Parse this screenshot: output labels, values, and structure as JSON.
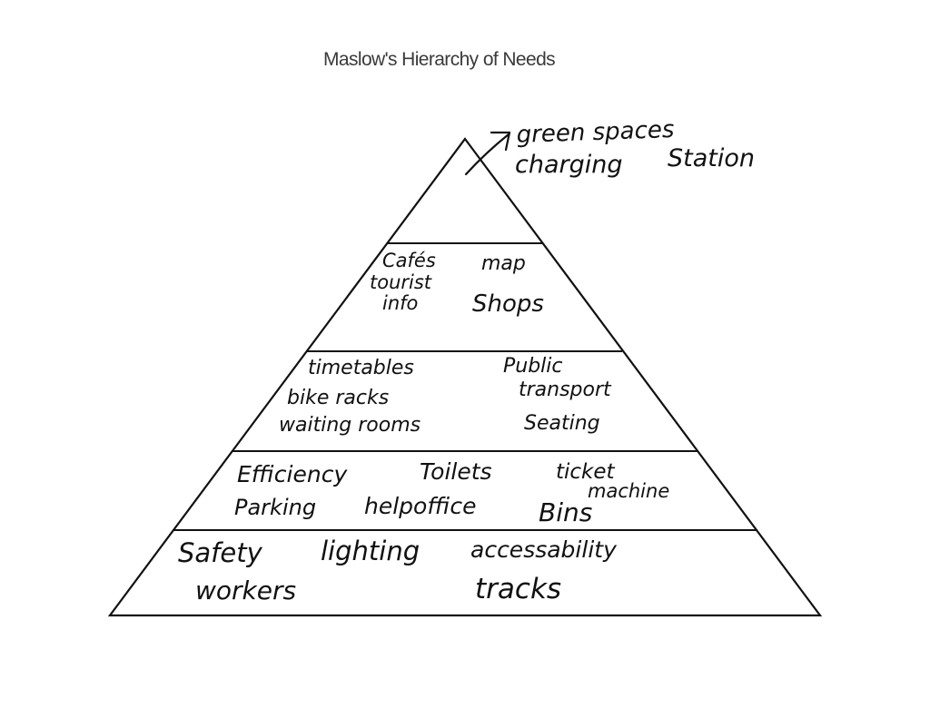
{
  "title": "Maslow's Hierarchy of Needs",
  "colors": {
    "ink": "#111111",
    "title": "#3a3a3a",
    "background": "#ffffff"
  },
  "levels": [
    {
      "id": "top",
      "labels": [
        "green spaces",
        "charging",
        "Station"
      ]
    },
    {
      "id": "level-4",
      "labels": [
        "Cafés",
        "map",
        "tourist",
        "info",
        "Shops"
      ]
    },
    {
      "id": "level-3",
      "labels": [
        "timetables",
        "Public",
        "transport",
        "bike racks",
        "waiting rooms",
        "Seating"
      ]
    },
    {
      "id": "level-2",
      "labels": [
        "Efficiency",
        "Toilets",
        "ticket",
        "machine",
        "Parking",
        "helpoffice",
        "Bins"
      ]
    },
    {
      "id": "base",
      "labels": [
        "Safety",
        "lighting",
        "accessability",
        "workers",
        "tracks"
      ]
    }
  ]
}
